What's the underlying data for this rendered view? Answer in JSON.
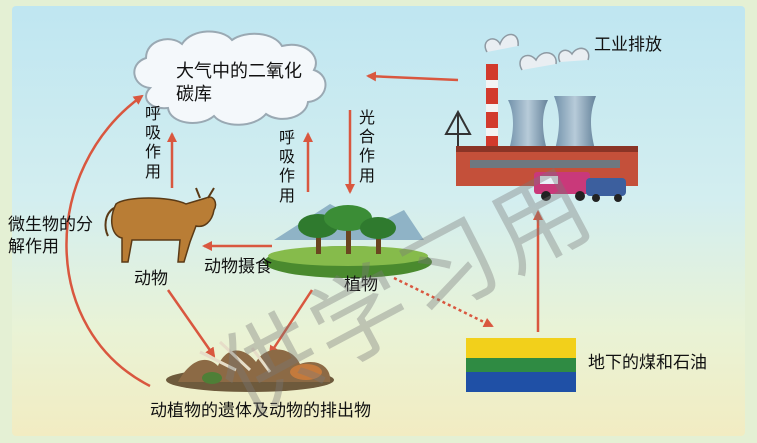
{
  "title": "",
  "labels": {
    "atmosphere": "大气中的二氧化碳库",
    "industrial_emission": "工业排放",
    "respiration_animal": "呼吸作用",
    "respiration_plant": "呼吸作用",
    "photosynthesis": "光合作用",
    "decomposition": "微生物的分解作用",
    "animal": "动物",
    "plant": "植物",
    "feeding": "动物摄食",
    "fossil_fuels": "地下的煤和石油",
    "remains": "动植物的遗体及动物的排出物"
  },
  "watermark": "供学习用",
  "colors": {
    "arrow": "#d9573f",
    "cloud": "#f4f8fb",
    "panel_bg": "#bfe6f1",
    "outer_bg": "#e4f0d4"
  }
}
